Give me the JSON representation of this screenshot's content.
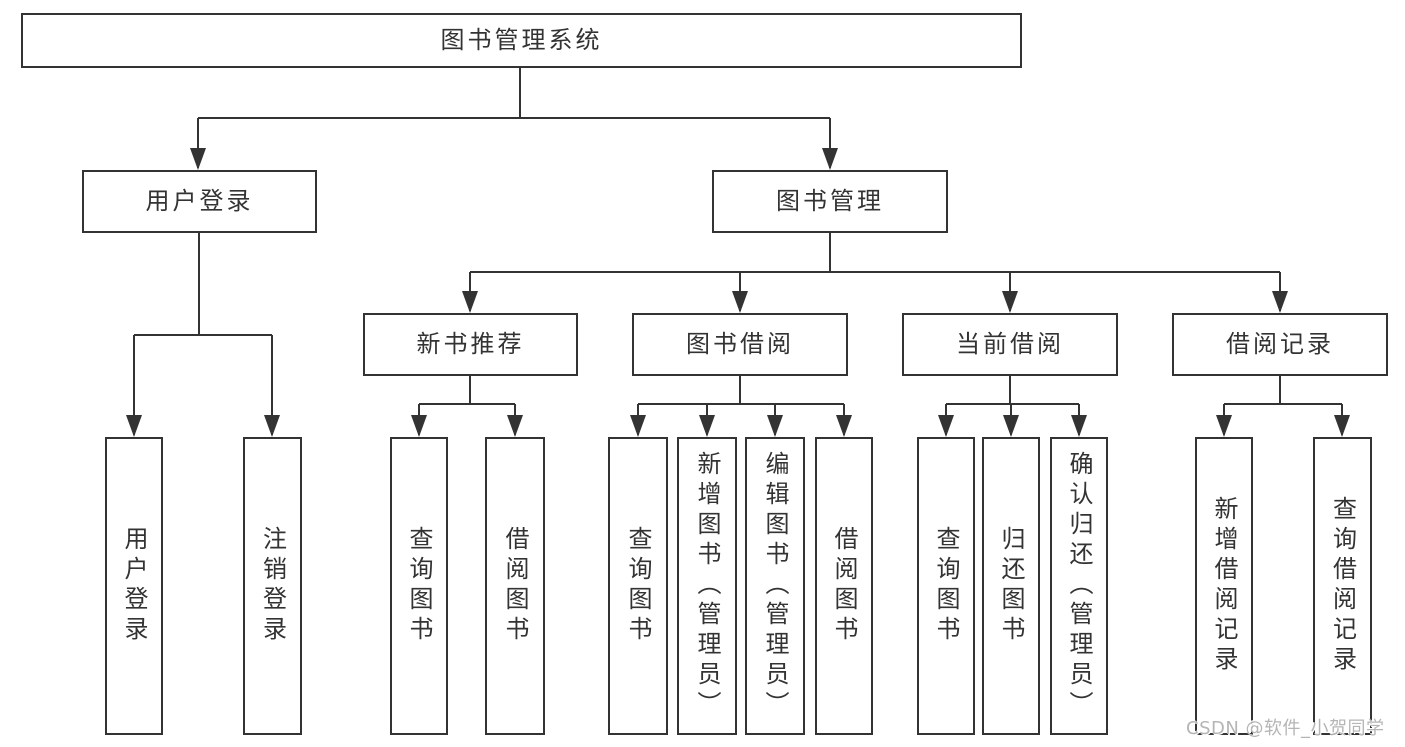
{
  "diagram": {
    "root": {
      "label": "图书管理系统"
    },
    "branches": [
      {
        "label": "用户登录",
        "children": [
          {
            "label": "用户登录"
          },
          {
            "label": "注销登录"
          }
        ]
      },
      {
        "label": "图书管理",
        "children": [
          {
            "label": "新书推荐",
            "children": [
              {
                "label": "查询图书"
              },
              {
                "label": "借阅图书"
              }
            ]
          },
          {
            "label": "图书借阅",
            "children": [
              {
                "label": "查询图书"
              },
              {
                "label": "新增图书（管理员）"
              },
              {
                "label": "编辑图书（管理员）"
              },
              {
                "label": "借阅图书"
              }
            ]
          },
          {
            "label": "当前借阅",
            "children": [
              {
                "label": "查询图书"
              },
              {
                "label": "归还图书"
              },
              {
                "label": "确认归还（管理员）"
              }
            ]
          },
          {
            "label": "借阅记录",
            "children": [
              {
                "label": "新增借阅记录"
              },
              {
                "label": "查询借阅记录"
              }
            ]
          }
        ]
      }
    ]
  },
  "watermark": {
    "text": "CSDN @软件_小贺同学"
  },
  "colors": {
    "line": "#333333",
    "text": "#333333",
    "watermark": "#b5b5b5",
    "background": "#ffffff"
  }
}
